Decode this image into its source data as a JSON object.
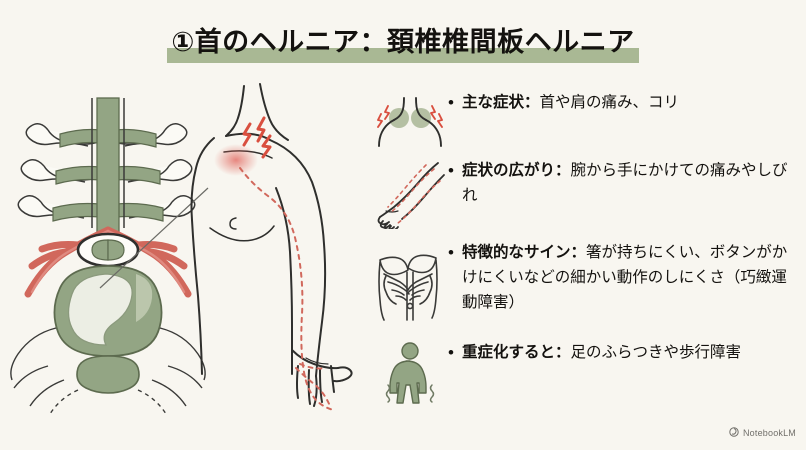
{
  "slide": {
    "background_color": "#f8f6f0",
    "title": "①首のヘルニア：頚椎椎間板ヘルニア",
    "title_highlight_color": "#a9b894",
    "text_color": "#14120f"
  },
  "illustration": {
    "name": "cervical-spine-and-torso-diagram",
    "spine_green": "#93a584",
    "nerve_red": "#d1685c",
    "outline_color": "#3a3a38",
    "pain_glow_color": "#e0605a",
    "description_parts": [
      "cervical-vertebra-cross-section",
      "spinal-cord",
      "nerve-roots",
      "herniated-disc",
      "male-torso-outline",
      "neck-pain-flash",
      "radiating-pain-dotted-path-to-hand"
    ]
  },
  "bullets": [
    {
      "icon": "neck-shoulder-pain-icon",
      "lead": "主な症状",
      "separator": "：",
      "body": "首や肩の痛み、コリ"
    },
    {
      "icon": "arm-radiating-pain-icon",
      "lead": "症状の広がり",
      "separator": "：",
      "body": "腕から手にかけての痛みやしびれ"
    },
    {
      "icon": "buttoning-shirt-icon",
      "lead": "特徴的なサイン",
      "separator": "：",
      "body": "箸が持ちにくい、ボタンがかけにくいなどの細かい動作のしにくさ（巧緻運動障害）"
    },
    {
      "icon": "unsteady-walking-figure-icon",
      "lead": "重症化すると",
      "separator": "：",
      "body": "足のふらつきや歩行障害"
    }
  ],
  "bullet_marker": "•",
  "watermark": {
    "icon": "notebooklm-icon",
    "label": "NotebookLM"
  }
}
